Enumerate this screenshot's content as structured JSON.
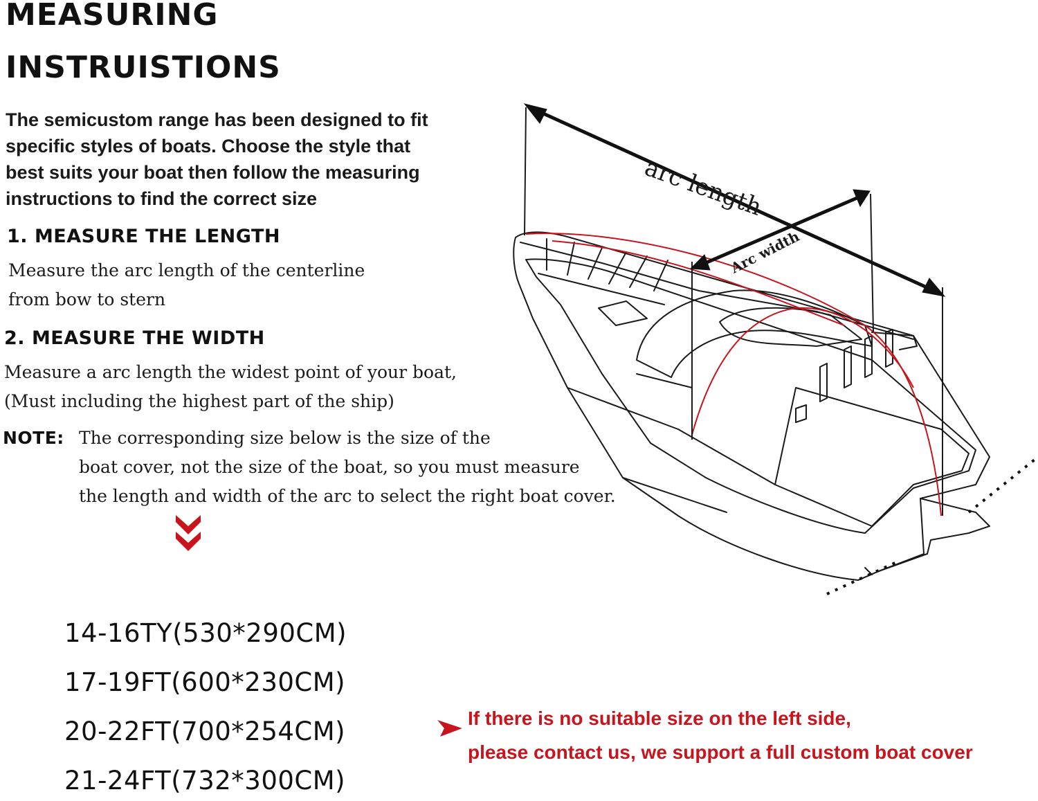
{
  "heading": {
    "line1": "MEASURING",
    "line2": "INSTRUISTIONS"
  },
  "intro_lines": [
    "The semicustom range has been designed to fit",
    "specific styles of boats. Choose the style that",
    "best suits your boat then follow the measuring",
    "instructions to find the correct size"
  ],
  "step1": {
    "heading": "1. MEASURE THE LENGTH",
    "lines": [
      "Measure the arc length of the centerline",
      "from bow to stern"
    ]
  },
  "step2": {
    "heading": "2. MEASURE THE WIDTH",
    "lines": [
      "Measure a arc length the widest point of your boat,",
      "(Must including the highest part of the ship)"
    ]
  },
  "note": {
    "label": "NOTE:",
    "lines": [
      "The corresponding size below is the size of the",
      "boat cover, not the size of the boat, so you must measure",
      "the length and width of the arc to select the right boat cover."
    ]
  },
  "diagram": {
    "arc_length_label": "arc length",
    "arc_width_label": "Arc width"
  },
  "sizes": [
    "14-16TY(530*290CM)",
    "17-19FT(600*230CM)",
    "20-22FT(700*254CM)",
    "21-24FT(732*300CM)"
  ],
  "contact": {
    "line1": "If there is no suitable size on the left side,",
    "line2": "please contact us, we support a full custom boat cover"
  },
  "colors": {
    "accent_red": "#c8141c",
    "text": "#111111"
  },
  "icons": {
    "down_arrows": "double-chevron-down-icon",
    "pointer": "red-pointer-arrow-icon"
  }
}
